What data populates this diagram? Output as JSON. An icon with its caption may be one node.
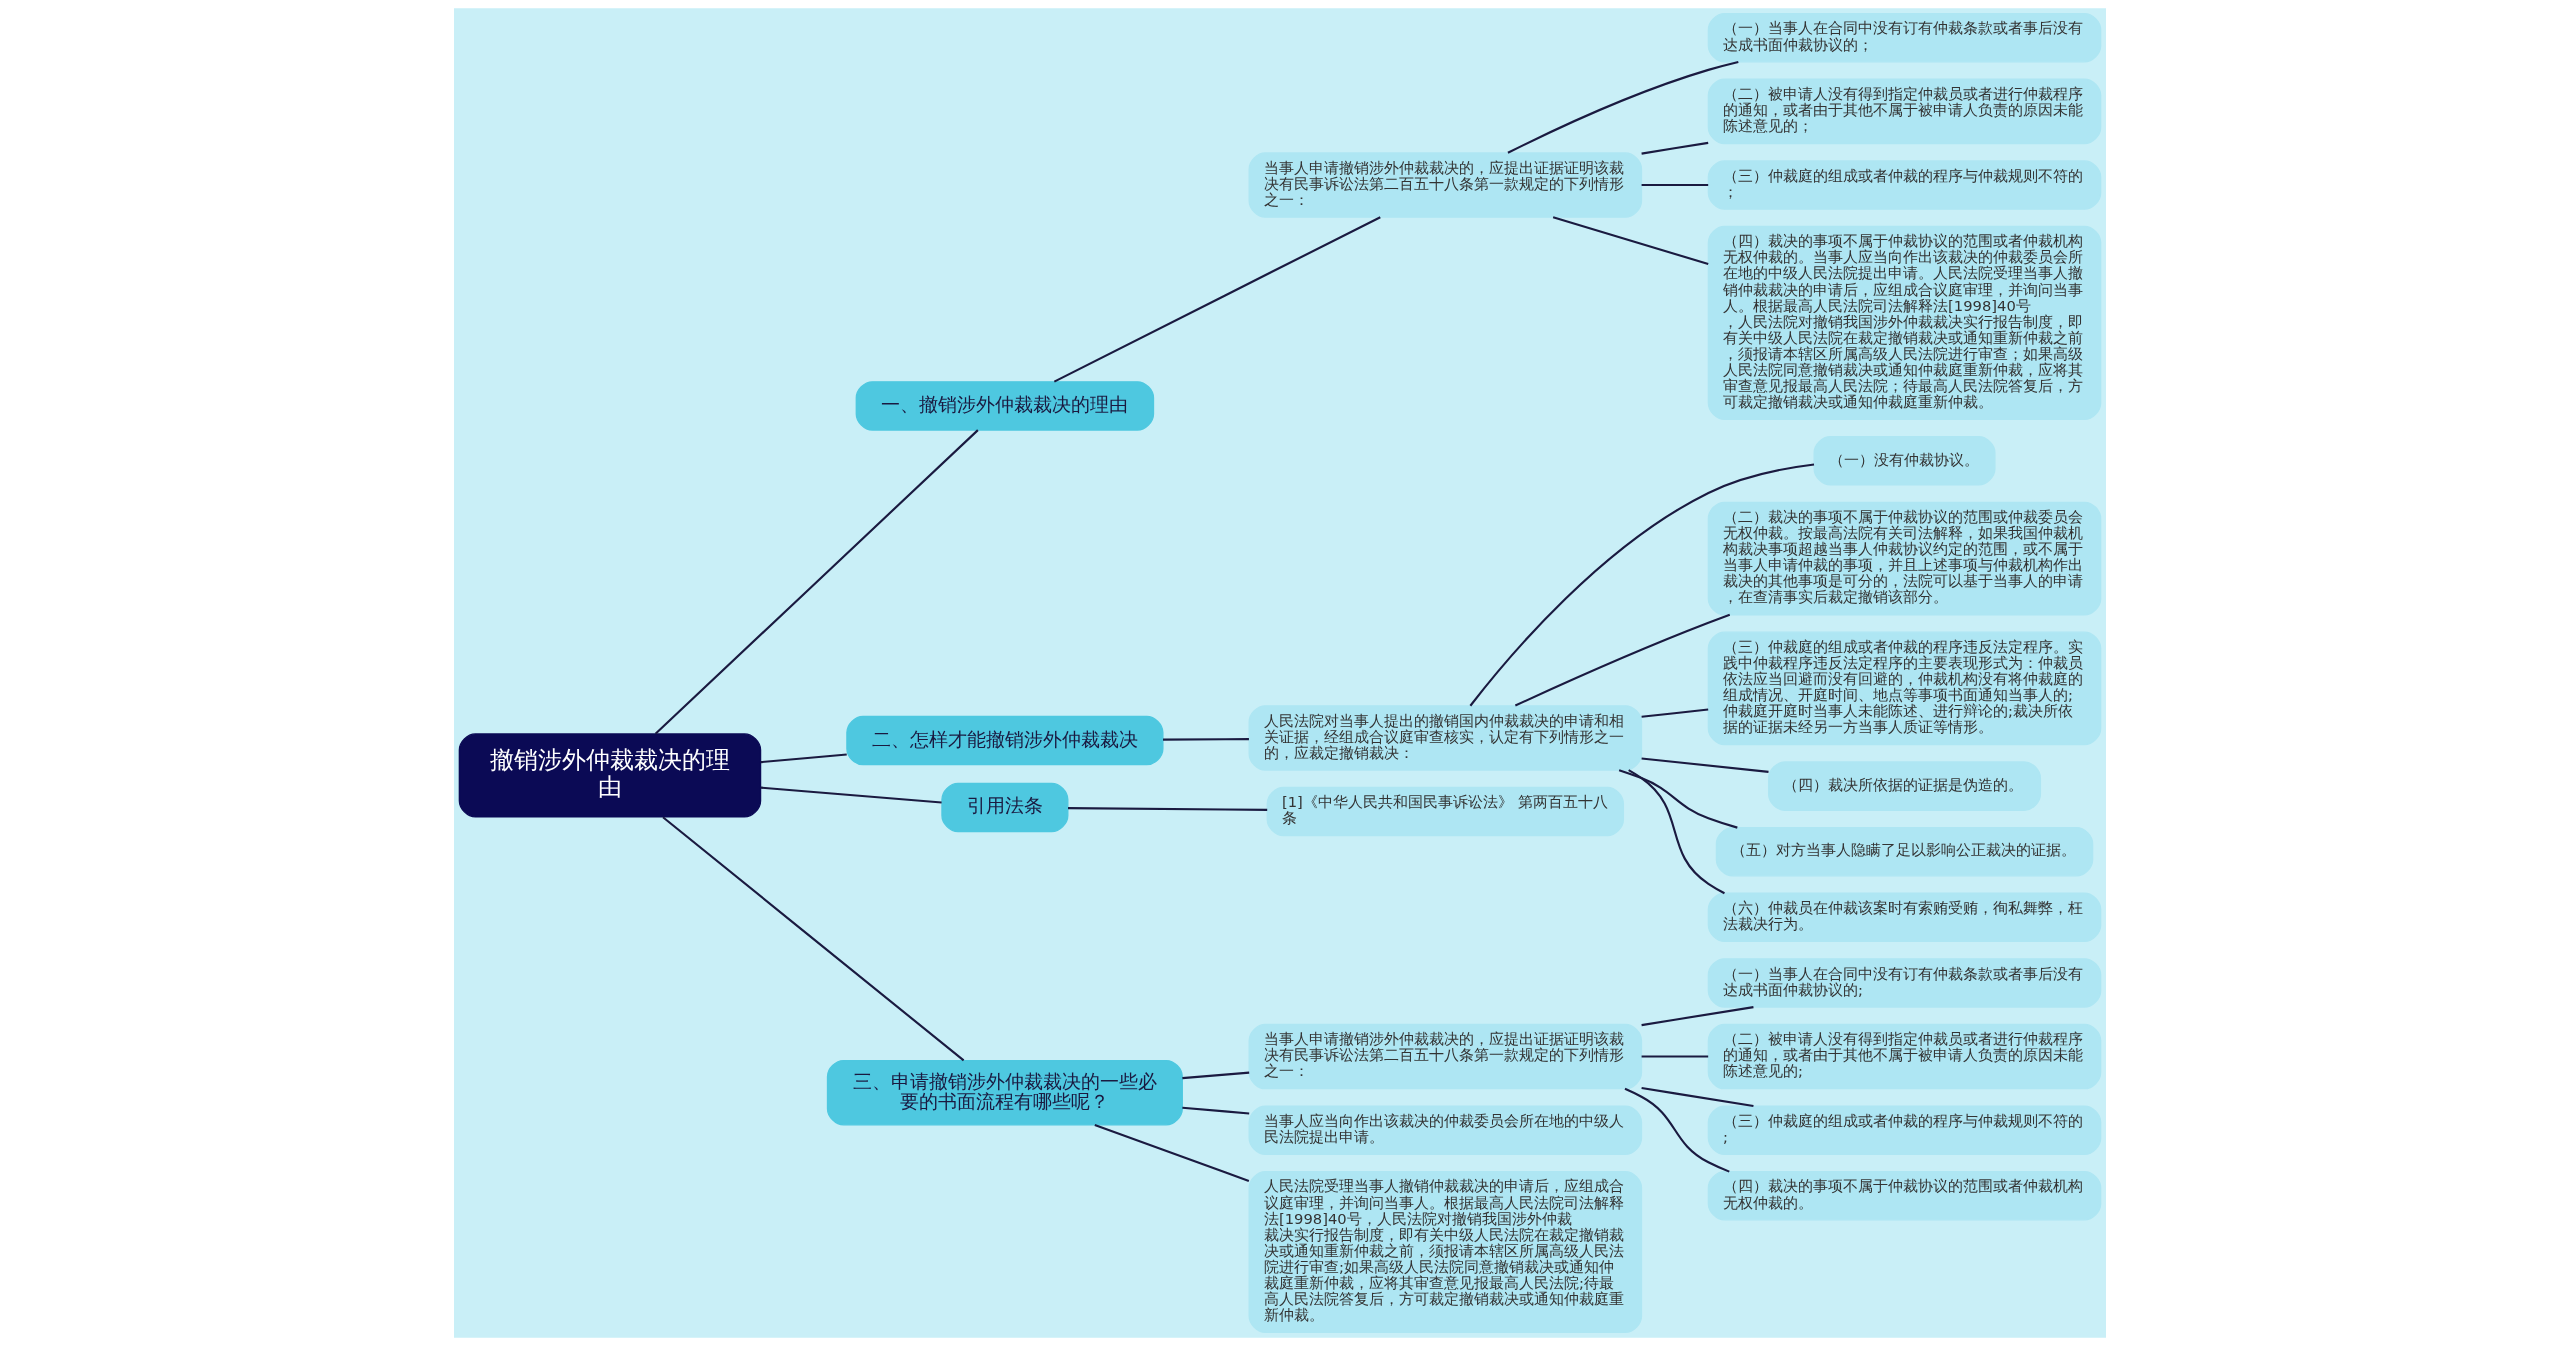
{
  "diagram": {
    "nodes": [
      {
        "text": [
          "撤销涉外仲裁裁决的理由"
        ]
      },
      {
        "text": [
          "一、撤销涉外仲裁裁决的理由"
        ]
      },
      {
        "text": [
          "当事人申请撤销涉外仲裁裁决的，应提出证据证明该裁决有民事诉讼法第二百五十八条第一款规定的下列情形之一："
        ]
      },
      {
        "text": [
          "（一）当事人在合同中没有订有仲裁条款或者事后没有达成书面仲裁协议的；"
        ]
      },
      {
        "text": [
          "（二）被申请人没有得到指定仲裁员或者进行仲裁程序的通知，或者由于其他不属于被申请人负责的原因未能陈述意见的；"
        ]
      },
      {
        "text": [
          "（三）仲裁庭的组成或者仲裁的程序与仲裁规则不符的；"
        ]
      },
      {
        "text": [
          "（四）裁决的事项不属于仲裁协议的范围或者仲裁机构无权仲裁的。当事人应当向作出该裁决的仲裁委员会所在地的中级人民法院提出申请。人民法院受理当事人撤销仲裁裁决的申请后，应组成合议庭审理，并询问当事人。根据最高人民法院司法解释法[1998]40号，人民法院对撤销我国涉外仲裁裁决实行报告制度，即有关中级人民法院在裁定撤销裁决或通知重新仲裁之前，须报请本辖区所属高级人民法院进行审查；如果高级人民法院同意撤销裁决或通知仲裁庭重新仲裁，应将其审查意见报最高人民法院；待最高人民法院答复后，方可裁定撤销裁决或通知仲裁庭重新仲裁。"
        ]
      },
      {
        "text": [
          "二、怎样才能撤销涉外仲裁裁决"
        ]
      },
      {
        "text": [
          "人民法院对当事人提出的撤销国内仲裁裁决的申请和相关证据，经组成合议庭审查核实，认定有下列情形之一的，应裁定撤销裁决："
        ]
      },
      {
        "text": [
          "（一）没有仲裁协议。"
        ]
      },
      {
        "text": [
          "（二）裁决的事项不属于仲裁协议的范围或仲裁委员会无权仲裁。按最高法院有关司法解释，如果我国仲裁机构裁决事项超越当事人仲裁协议约定的范围，或不属于当事人申请仲裁的事项，并且上述事项与仲裁机构作出裁决的其他事项是可分的，法院可以基于当事人的申请，在查清事实后裁定撤销该部分。"
        ]
      },
      {
        "text": [
          "（三）仲裁庭的组成或者仲裁的程序违反法定程序。实践中仲裁程序违反法定程序的主要表现形式为：仲裁员依法应当回避而没有回避的，仲裁机构没有将仲裁庭的组成情况、开庭时间、地点等事项书面通知当事人的;仲裁庭开庭时当事人未能陈述、进行辩论的;裁决所依据的证据未经另一方当事人质证等情形。"
        ]
      },
      {
        "text": [
          "（四）裁决所依据的证据是伪造的。"
        ]
      },
      {
        "text": [
          "（五）对方当事人隐瞒了足以影响公正裁决的证据。"
        ]
      },
      {
        "text": [
          "（六）仲裁员在仲裁该案时有索贿受贿，徇私舞弊，枉法裁决行为。"
        ]
      },
      {
        "text": [
          "引用法条"
        ]
      },
      {
        "text": [
          "[1]《中华人民共和国民事诉讼法》 第两百五十八条"
        ]
      },
      {
        "text": [
          "三、申请撤销涉外仲裁裁决的一些必要的书面流程有哪些呢？"
        ]
      },
      {
        "text": [
          "当事人申请撤销涉外仲裁裁决的，应提出证据证明该裁决有民事诉讼法第二百五十八条第一款规定的下列情形之一："
        ]
      },
      {
        "text": [
          "（一）当事人在合同中没有订有仲裁条款或者事后没有达成书面仲裁协议的;"
        ]
      },
      {
        "text": [
          "（二）被申请人没有得到指定仲裁员或者进行仲裁程序的通知，或者由于其他不属于被申请人负责的原因未能陈述意见的;"
        ]
      },
      {
        "text": [
          "（三）仲裁庭的组成或者仲裁的程序与仲裁规则不符的;"
        ]
      },
      {
        "text": [
          "（四）裁决的事项不属于仲裁协议的范围或者仲裁机构无权仲裁的。"
        ]
      },
      {
        "text": [
          "当事人应当向作出该裁决的仲裁委员会所在地的中级人民法院提出申请。"
        ]
      },
      {
        "text": [
          "人民法院受理当事人撤销仲裁裁决的申请后，应组成合议庭审理，并询问当事人。根据最高人民法院司法解释法[1998]40号，人民法院对撤销我国涉外仲裁裁决实行报告制度，即有关中级人民法院在裁定撤销裁决或通知重新仲裁之前，须报请本辖区所属高级人民法院进行审查;如果高级人民法院同意撤销裁决或通知仲裁庭重新仲裁，应将其审查意见报最高人民法院;待最高人民法院答复后，方可裁定撤销裁决或通知仲裁庭重新仲裁。"
        ]
      }
    ],
    "edges": [
      {
        "from": 0,
        "to": 1,
        "arrow": "none"
      },
      {
        "from": 1,
        "to": 2,
        "arrow": "none"
      },
      {
        "from": 2,
        "to": 3,
        "arrow": "none"
      },
      {
        "from": 2,
        "to": 4,
        "arrow": "none"
      },
      {
        "from": 2,
        "to": 5,
        "arrow": "none"
      },
      {
        "from": 2,
        "to": 6,
        "arrow": "none"
      },
      {
        "from": 0,
        "to": 7,
        "arrow": "none"
      },
      {
        "from": 7,
        "to": 8,
        "arrow": "none"
      },
      {
        "from": 8,
        "to": 9,
        "arrow": "none"
      },
      {
        "from": 8,
        "to": 10,
        "arrow": "none"
      },
      {
        "from": 8,
        "to": 11,
        "arrow": "none"
      },
      {
        "from": 8,
        "to": 12,
        "arrow": "none"
      },
      {
        "from": 8,
        "to": 13,
        "arrow": "none"
      },
      {
        "from": 8,
        "to": 14,
        "arrow": "none"
      },
      {
        "from": 0,
        "to": 15,
        "arrow": "none"
      },
      {
        "from": 15,
        "to": 16,
        "arrow": "none"
      },
      {
        "from": 0,
        "to": 17,
        "arrow": "none"
      },
      {
        "from": 17,
        "to": 18,
        "arrow": "none"
      },
      {
        "from": 18,
        "to": 19,
        "arrow": "none"
      },
      {
        "from": 18,
        "to": 20,
        "arrow": "none"
      },
      {
        "from": 18,
        "to": 21,
        "arrow": "none"
      },
      {
        "from": 18,
        "to": 22,
        "arrow": "none"
      },
      {
        "from": 17,
        "to": 23,
        "arrow": "none"
      },
      {
        "from": 17,
        "to": 24,
        "arrow": "none"
      }
    ]
  }
}
